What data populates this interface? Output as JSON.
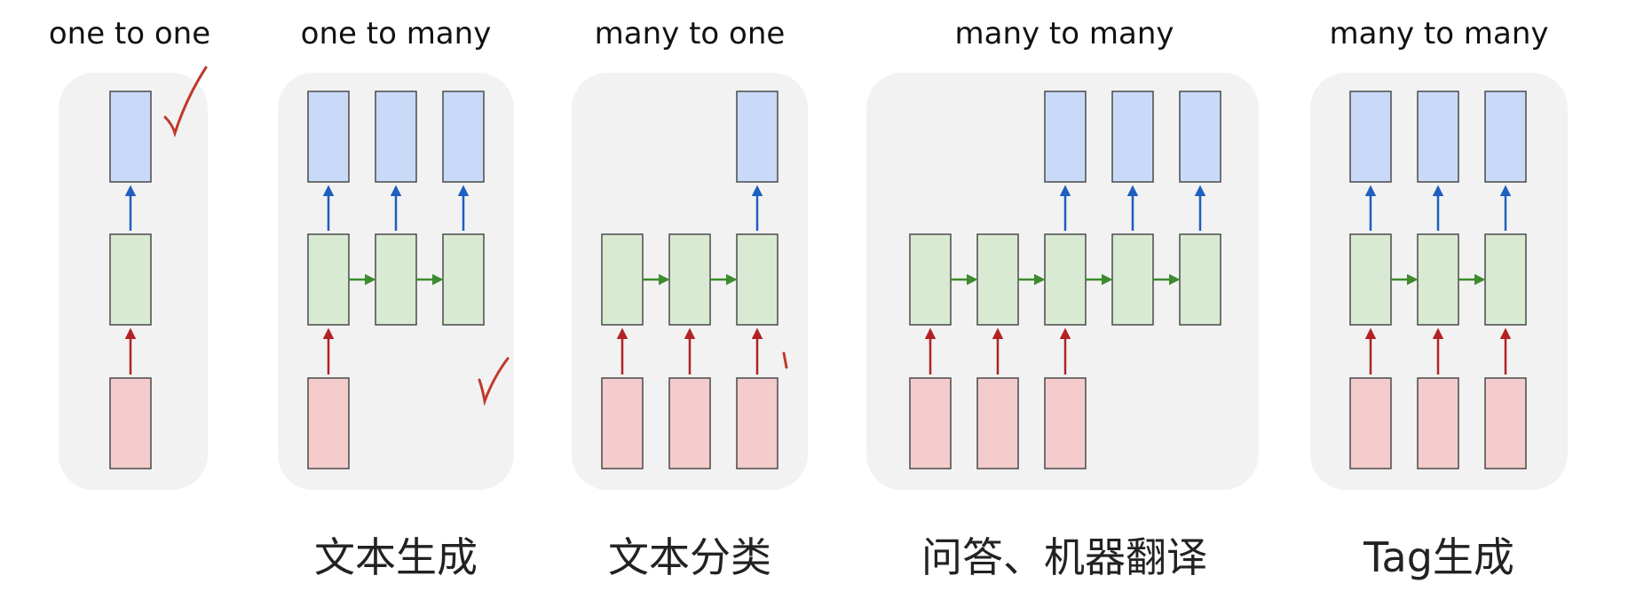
{
  "panels": [
    {
      "title": "one to one",
      "caption": "",
      "inputs": 1,
      "hidden": 1,
      "outputs": 1
    },
    {
      "title": "one to many",
      "caption": "文本生成",
      "inputs": 1,
      "hidden": 3,
      "outputs": 3
    },
    {
      "title": "many to one",
      "caption": "文本分类",
      "inputs": 3,
      "hidden": 3,
      "outputs": 1
    },
    {
      "title": "many to many",
      "caption": "问答、机器翻译",
      "inputs": 3,
      "hidden": 5,
      "outputs": 3
    },
    {
      "title": "many to many",
      "caption": "Tag生成",
      "inputs": 3,
      "hidden": 3,
      "outputs": 3
    }
  ],
  "colors": {
    "panel_bg": "#f2f2f2",
    "input_fill": "#f4cccc",
    "input_stroke": "#4a4a4a",
    "hidden_fill": "#d9ead3",
    "output_fill": "#c9daf8",
    "input_arrow": "#b22222",
    "output_arrow": "#1f5fbf",
    "recurrent_arrow": "#3d8b2f",
    "annotation": "#c0392b"
  }
}
